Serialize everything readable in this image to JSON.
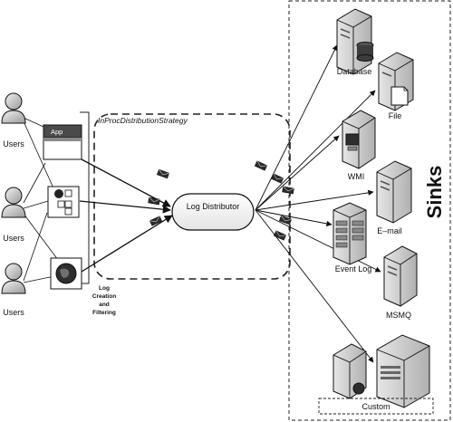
{
  "users_label": "Users",
  "app_label": "App",
  "strategy_label": "InProcDistributionStrategy",
  "distributor_label": "Log Distributor",
  "log_creation_label": [
    "Log",
    "Creation",
    "and",
    "Filtering"
  ],
  "sinks_label": "Sinks",
  "sinks": {
    "database": "Database",
    "file": "File",
    "wmi": "WMI",
    "email": "E–mail",
    "eventlog": "Event Log",
    "msmq": "MSMQ",
    "custom": "Custom"
  },
  "colors": {
    "stroke": "#111111",
    "server_body": "#cfcfcf",
    "server_face": "#9a9a9a",
    "cylinder": "#3c3c3c",
    "app_header": "#4a4a4a"
  }
}
